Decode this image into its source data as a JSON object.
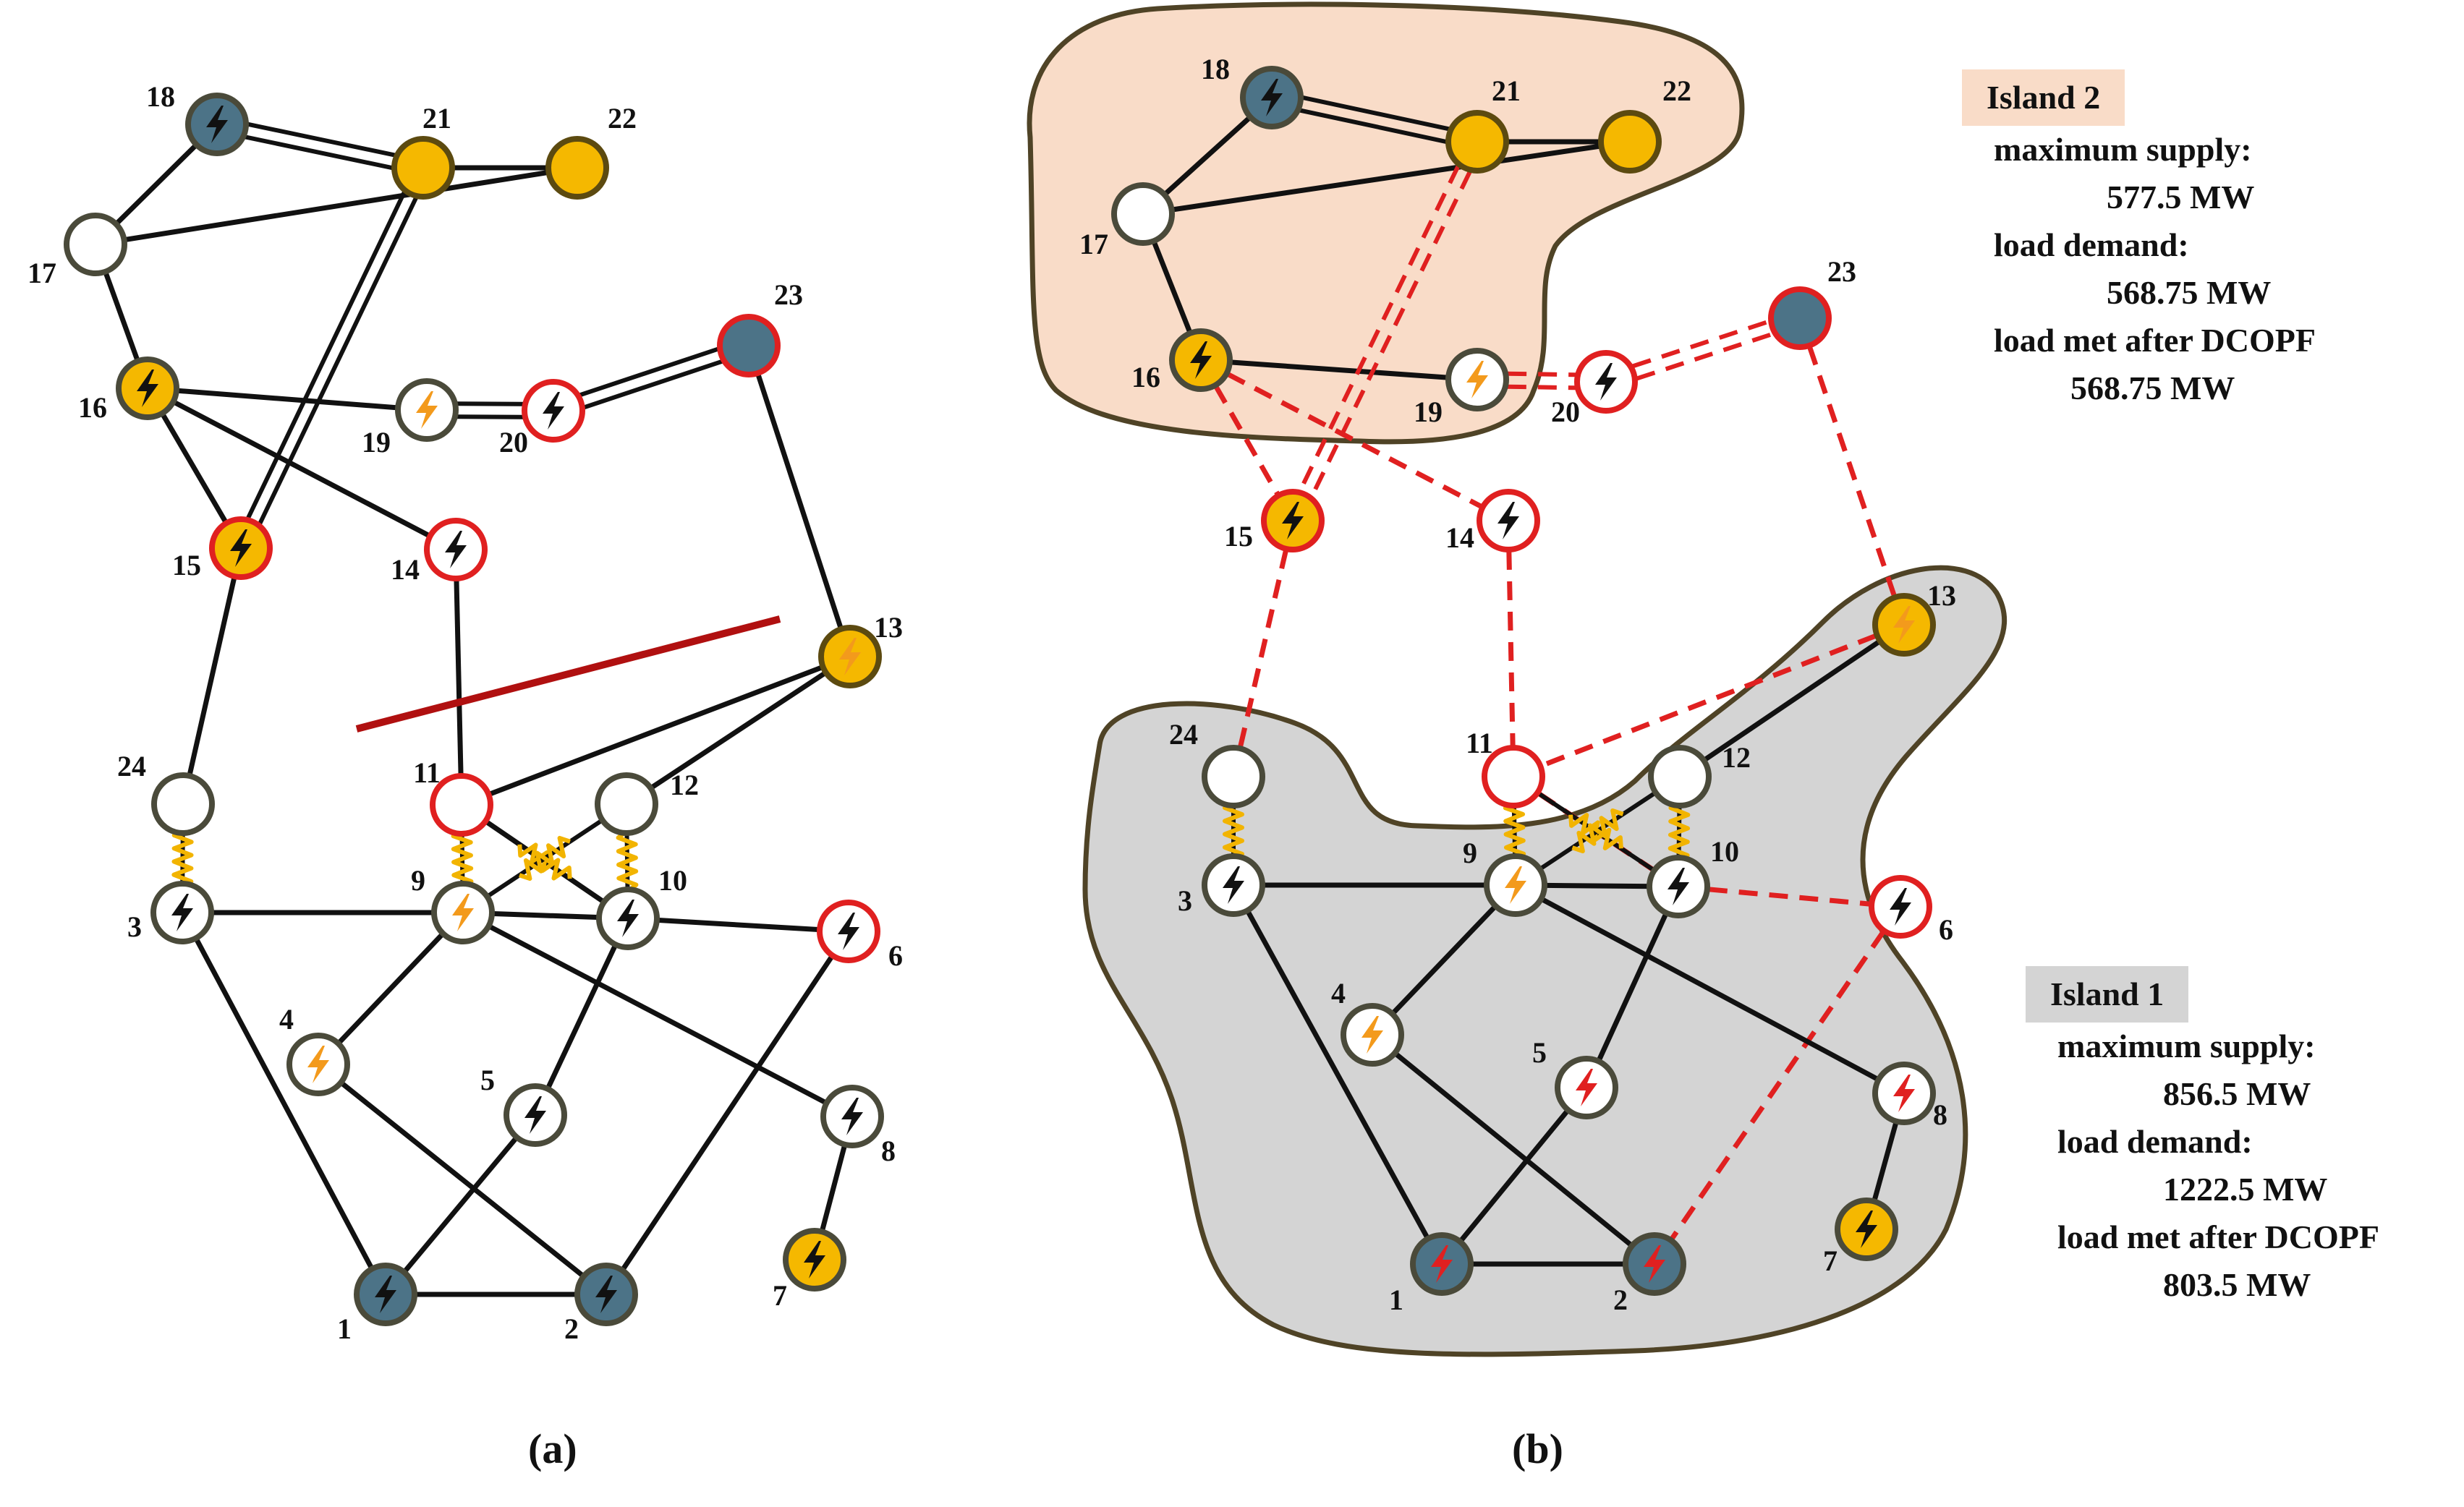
{
  "panel_a": {
    "caption": "(a)",
    "buses": [
      {
        "id": "18",
        "fill": "#4c7387",
        "ring": "#4a4a3a",
        "icon": "bolt-black"
      },
      {
        "id": "21",
        "fill": "#f5b800",
        "ring": "#5c4a10",
        "icon": "none"
      },
      {
        "id": "22",
        "fill": "#f5b800",
        "ring": "#5c4a10",
        "icon": "none"
      },
      {
        "id": "17",
        "fill": "#ffffff",
        "ring": "#4a4a3a",
        "icon": "none"
      },
      {
        "id": "23",
        "fill": "#4c7387",
        "ring": "#e02020",
        "icon": "none"
      },
      {
        "id": "16",
        "fill": "#f5b800",
        "ring": "#4a4a3a",
        "icon": "bolt-black"
      },
      {
        "id": "19",
        "fill": "#ffffff",
        "ring": "#4a4a3a",
        "icon": "bolt-orange"
      },
      {
        "id": "20",
        "fill": "#ffffff",
        "ring": "#e02020",
        "icon": "bolt-black"
      },
      {
        "id": "15",
        "fill": "#f5b800",
        "ring": "#e02020",
        "icon": "bolt-black"
      },
      {
        "id": "14",
        "fill": "#ffffff",
        "ring": "#e02020",
        "icon": "bolt-black"
      },
      {
        "id": "13",
        "fill": "#f5b800",
        "ring": "#5c4a10",
        "icon": "bolt-orange"
      },
      {
        "id": "24",
        "fill": "#ffffff",
        "ring": "#4a4a3a",
        "icon": "none"
      },
      {
        "id": "11",
        "fill": "#ffffff",
        "ring": "#e02020",
        "icon": "none"
      },
      {
        "id": "12",
        "fill": "#ffffff",
        "ring": "#4a4a3a",
        "icon": "none"
      },
      {
        "id": "3",
        "fill": "#ffffff",
        "ring": "#4a4a3a",
        "icon": "bolt-black"
      },
      {
        "id": "9",
        "fill": "#ffffff",
        "ring": "#4a4a3a",
        "icon": "bolt-orange"
      },
      {
        "id": "10",
        "fill": "#ffffff",
        "ring": "#4a4a3a",
        "icon": "bolt-black"
      },
      {
        "id": "6",
        "fill": "#ffffff",
        "ring": "#e02020",
        "icon": "bolt-black"
      },
      {
        "id": "4",
        "fill": "#ffffff",
        "ring": "#4a4a3a",
        "icon": "bolt-orange"
      },
      {
        "id": "5",
        "fill": "#ffffff",
        "ring": "#4a4a3a",
        "icon": "bolt-black"
      },
      {
        "id": "8",
        "fill": "#ffffff",
        "ring": "#4a4a3a",
        "icon": "bolt-black"
      },
      {
        "id": "7",
        "fill": "#f5b800",
        "ring": "#4a4a3a",
        "icon": "bolt-black"
      },
      {
        "id": "1",
        "fill": "#4c7387",
        "ring": "#4a4a3a",
        "icon": "bolt-black"
      },
      {
        "id": "2",
        "fill": "#4c7387",
        "ring": "#4a4a3a",
        "icon": "bolt-black"
      }
    ],
    "lines": [
      {
        "from": "18",
        "to": "21",
        "style": "double"
      },
      {
        "from": "18",
        "to": "17",
        "style": "solid"
      },
      {
        "from": "21",
        "to": "22",
        "style": "solid"
      },
      {
        "from": "17",
        "to": "22",
        "style": "solid"
      },
      {
        "from": "17",
        "to": "16",
        "style": "solid"
      },
      {
        "from": "21",
        "to": "15",
        "style": "double"
      },
      {
        "from": "16",
        "to": "19",
        "style": "solid"
      },
      {
        "from": "19",
        "to": "20",
        "style": "double"
      },
      {
        "from": "20",
        "to": "23",
        "style": "double"
      },
      {
        "from": "16",
        "to": "15",
        "style": "solid"
      },
      {
        "from": "16",
        "to": "14",
        "style": "solid"
      },
      {
        "from": "23",
        "to": "13",
        "style": "solid"
      },
      {
        "from": "15",
        "to": "24",
        "style": "solid"
      },
      {
        "from": "14",
        "to": "11",
        "style": "solid"
      },
      {
        "from": "13",
        "to": "11",
        "style": "solid"
      },
      {
        "from": "13",
        "to": "12",
        "style": "solid"
      },
      {
        "from": "11",
        "to": "10",
        "style": "solid"
      },
      {
        "from": "3",
        "to": "9",
        "style": "solid"
      },
      {
        "from": "9",
        "to": "10",
        "style": "solid"
      },
      {
        "from": "10",
        "to": "6",
        "style": "solid"
      },
      {
        "from": "9",
        "to": "4",
        "style": "solid"
      },
      {
        "from": "9",
        "to": "8",
        "style": "solid"
      },
      {
        "from": "10",
        "to": "5",
        "style": "solid"
      },
      {
        "from": "3",
        "to": "1",
        "style": "solid"
      },
      {
        "from": "5",
        "to": "1",
        "style": "solid"
      },
      {
        "from": "4",
        "to": "2",
        "style": "solid"
      },
      {
        "from": "6",
        "to": "2",
        "style": "solid"
      },
      {
        "from": "1",
        "to": "2",
        "style": "solid"
      },
      {
        "from": "8",
        "to": "7",
        "style": "solid"
      }
    ],
    "transformers": [
      {
        "from": "24",
        "to": "3"
      },
      {
        "from": "11",
        "to": "9"
      },
      {
        "from": "12",
        "to": "10"
      },
      {
        "from": "11",
        "to": "10"
      },
      {
        "from": "12",
        "to": "9"
      }
    ]
  },
  "panel_b": {
    "caption": "(b)",
    "island2": {
      "label": "Island 2",
      "fill": "#f9dcc8",
      "badge_color": "#f9dcc8",
      "lines": [
        "maximum supply:",
        "577.5 MW",
        "load demand:",
        "568.75 MW",
        "load met after DCOPF",
        "568.75 MW"
      ]
    },
    "island1": {
      "label": "Island 1",
      "fill": "#d4d4d4",
      "badge_color": "#d4d4d4",
      "lines": [
        "maximum supply:",
        "856.5 MW",
        "load demand:",
        "1222.5 MW",
        "load met after DCOPF",
        "803.5 MW"
      ]
    },
    "buses": [
      {
        "id": "18",
        "fill": "#4c7387",
        "ring": "#4a4a3a",
        "icon": "bolt-black"
      },
      {
        "id": "21",
        "fill": "#f5b800",
        "ring": "#5c4a10",
        "icon": "none"
      },
      {
        "id": "22",
        "fill": "#f5b800",
        "ring": "#5c4a10",
        "icon": "none"
      },
      {
        "id": "17",
        "fill": "#ffffff",
        "ring": "#4a4a3a",
        "icon": "none"
      },
      {
        "id": "23",
        "fill": "#4c7387",
        "ring": "#e02020",
        "icon": "none"
      },
      {
        "id": "16",
        "fill": "#f5b800",
        "ring": "#4a4a3a",
        "icon": "bolt-black"
      },
      {
        "id": "19",
        "fill": "#ffffff",
        "ring": "#4a4a3a",
        "icon": "bolt-orange"
      },
      {
        "id": "20",
        "fill": "#ffffff",
        "ring": "#e02020",
        "icon": "bolt-black"
      },
      {
        "id": "15",
        "fill": "#f5b800",
        "ring": "#e02020",
        "icon": "bolt-black"
      },
      {
        "id": "14",
        "fill": "#ffffff",
        "ring": "#e02020",
        "icon": "bolt-black"
      },
      {
        "id": "13",
        "fill": "#f5b800",
        "ring": "#5c4a10",
        "icon": "bolt-orange"
      },
      {
        "id": "24",
        "fill": "#ffffff",
        "ring": "#4a4a3a",
        "icon": "none"
      },
      {
        "id": "11",
        "fill": "#ffffff",
        "ring": "#e02020",
        "icon": "none"
      },
      {
        "id": "12",
        "fill": "#ffffff",
        "ring": "#4a4a3a",
        "icon": "none"
      },
      {
        "id": "3",
        "fill": "#ffffff",
        "ring": "#4a4a3a",
        "icon": "bolt-black"
      },
      {
        "id": "9",
        "fill": "#ffffff",
        "ring": "#4a4a3a",
        "icon": "bolt-orange"
      },
      {
        "id": "10",
        "fill": "#ffffff",
        "ring": "#4a4a3a",
        "icon": "bolt-black"
      },
      {
        "id": "6",
        "fill": "#ffffff",
        "ring": "#e02020",
        "icon": "bolt-black"
      },
      {
        "id": "4",
        "fill": "#ffffff",
        "ring": "#4a4a3a",
        "icon": "bolt-orange"
      },
      {
        "id": "5",
        "fill": "#ffffff",
        "ring": "#4a4a3a",
        "icon": "bolt-red"
      },
      {
        "id": "8",
        "fill": "#ffffff",
        "ring": "#4a4a3a",
        "icon": "bolt-red"
      },
      {
        "id": "7",
        "fill": "#f5b800",
        "ring": "#4a4a3a",
        "icon": "bolt-black"
      },
      {
        "id": "1",
        "fill": "#4c7387",
        "ring": "#4a4a3a",
        "icon": "bolt-red"
      },
      {
        "id": "2",
        "fill": "#4c7387",
        "ring": "#4a4a3a",
        "icon": "bolt-red"
      }
    ],
    "lines": [
      {
        "from": "18",
        "to": "21",
        "style": "double"
      },
      {
        "from": "18",
        "to": "17",
        "style": "solid"
      },
      {
        "from": "21",
        "to": "22",
        "style": "solid"
      },
      {
        "from": "17",
        "to": "22",
        "style": "solid"
      },
      {
        "from": "17",
        "to": "16",
        "style": "solid"
      },
      {
        "from": "16",
        "to": "19",
        "style": "solid"
      },
      {
        "from": "21",
        "to": "15",
        "style": "double-dashed"
      },
      {
        "from": "19",
        "to": "20",
        "style": "double-dashed"
      },
      {
        "from": "20",
        "to": "23",
        "style": "double-dashed"
      },
      {
        "from": "16",
        "to": "15",
        "style": "dashed"
      },
      {
        "from": "16",
        "to": "14",
        "style": "dashed"
      },
      {
        "from": "23",
        "to": "13",
        "style": "dashed"
      },
      {
        "from": "15",
        "to": "24",
        "style": "dashed"
      },
      {
        "from": "14",
        "to": "11",
        "style": "dashed"
      },
      {
        "from": "13",
        "to": "11",
        "style": "dashed"
      },
      {
        "from": "13",
        "to": "12",
        "style": "solid"
      },
      {
        "from": "11",
        "to": "10",
        "style": "dashed"
      },
      {
        "from": "10",
        "to": "6",
        "style": "dashed"
      },
      {
        "from": "6",
        "to": "2",
        "style": "dashed"
      },
      {
        "from": "3",
        "to": "9",
        "style": "solid"
      },
      {
        "from": "9",
        "to": "10",
        "style": "solid"
      },
      {
        "from": "9",
        "to": "4",
        "style": "solid"
      },
      {
        "from": "9",
        "to": "8",
        "style": "solid"
      },
      {
        "from": "10",
        "to": "5",
        "style": "solid"
      },
      {
        "from": "3",
        "to": "1",
        "style": "solid"
      },
      {
        "from": "5",
        "to": "1",
        "style": "solid"
      },
      {
        "from": "4",
        "to": "2",
        "style": "solid"
      },
      {
        "from": "1",
        "to": "2",
        "style": "solid"
      },
      {
        "from": "8",
        "to": "7",
        "style": "solid"
      }
    ],
    "transformers": [
      {
        "from": "24",
        "to": "3"
      },
      {
        "from": "11",
        "to": "9"
      },
      {
        "from": "12",
        "to": "10"
      },
      {
        "from": "11",
        "to": "10"
      },
      {
        "from": "12",
        "to": "9"
      }
    ]
  }
}
